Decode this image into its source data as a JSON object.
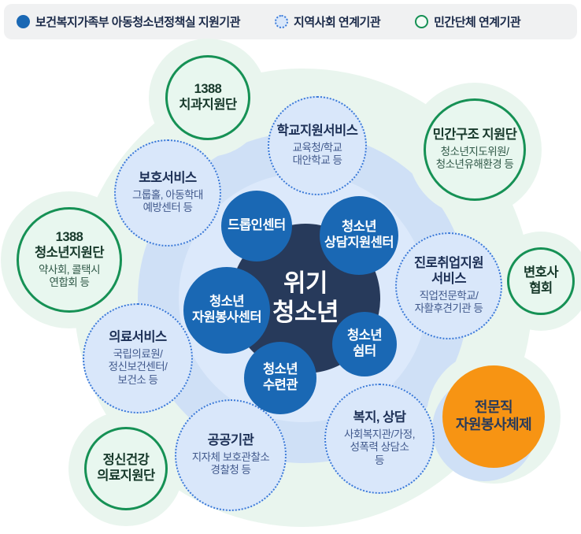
{
  "colors": {
    "page-bg": "#ffffff",
    "legend-bg": "#f0f1f2",
    "legend-text": "#1c2b4a",
    "blue": "#1a68b4",
    "navy": "#273a5b",
    "dotted-border": "#3b7ad8",
    "dotted-fill": "#d9e7fa",
    "green-border": "#169155",
    "green-fill": "#e8f7ef",
    "orange": "#f79413",
    "mint-ring": "#e9f5ee",
    "mid-ring": "#cfe0f6",
    "inner-ring": "#dce9fb",
    "title-text": "#1c2f55",
    "subtitle-text": "#41598c",
    "green-title": "#16382a",
    "green-subtitle": "#2f5847",
    "orange-text": "#273a5b"
  },
  "legend": {
    "items": [
      {
        "label": "보건복지가족부 아동청소년정책실 지원기관",
        "type": "government"
      },
      {
        "label": "지역사회 연계기관",
        "type": "community"
      },
      {
        "label": "민간단체 연계기관",
        "type": "private"
      }
    ]
  },
  "center": {
    "title": "위기\n청소년"
  },
  "nodes": {
    "dropin": {
      "title": "드롭인센터"
    },
    "counsel": {
      "title": "청소년\n상담지원센터"
    },
    "volunteer": {
      "title": "청소년\n자원봉사센터"
    },
    "shelter": {
      "title": "청소년\n쉼터"
    },
    "training": {
      "title": "청소년\n수련관"
    },
    "school": {
      "title": "학교지원서비스",
      "subtitle": "교육청/학교\n대안학교 등"
    },
    "protection": {
      "title": "보호서비스",
      "subtitle": "그룹홀, 아동학대\n예방센터 등"
    },
    "medical": {
      "title": "의료서비스",
      "subtitle": "국립의료원/\n정신보건센터/\n보건소 등"
    },
    "career": {
      "title": "진로취업지원\n서비스",
      "subtitle": "직업전문학교/\n자활후견기관 등"
    },
    "welfare": {
      "title": "복지, 상담",
      "subtitle": "사회복지관/가정,\n성폭력 상담소\n등"
    },
    "public": {
      "title": "공공기관",
      "subtitle": "지자체 보호관찰소\n경찰청 등"
    },
    "dental": {
      "title": "1388\n치과지원단"
    },
    "rescue": {
      "title": "민간구조 지원단",
      "subtitle": "청소년지도위원/\n청소년유해환경 등"
    },
    "youth1388": {
      "title": "1388\n청소년지원단",
      "subtitle": "약사회, 콜택시\n연합회 등"
    },
    "lawyer": {
      "title": "변호사\n협회"
    },
    "mental": {
      "title": "정신건강\n의료지원단"
    },
    "professional": {
      "title": "전문직\n자원봉사체제"
    }
  }
}
